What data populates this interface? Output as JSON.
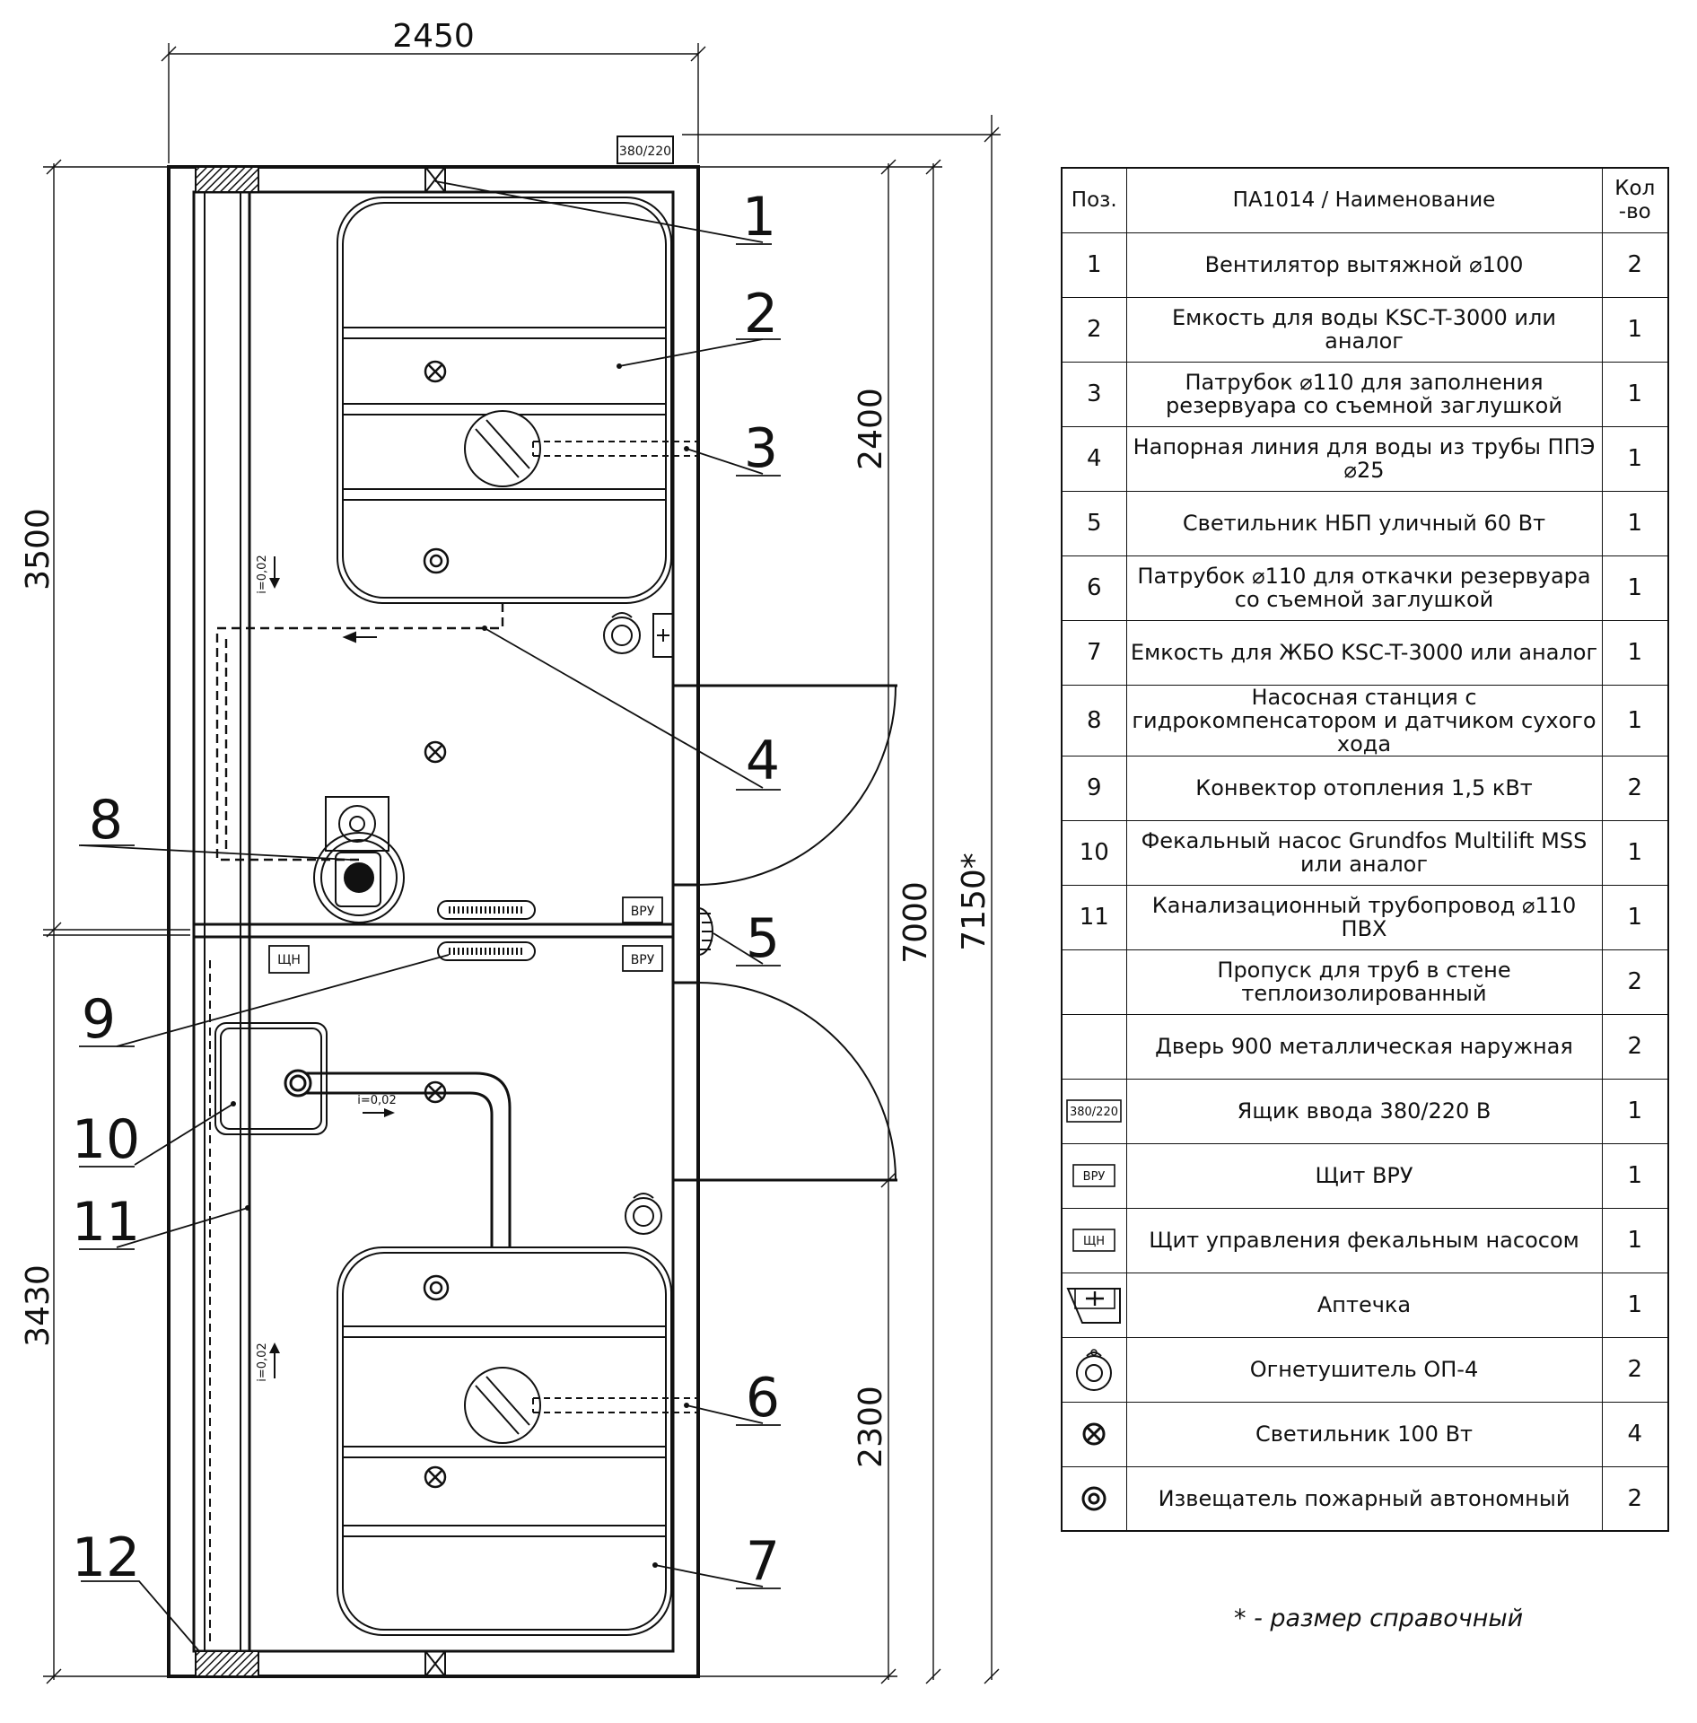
{
  "dimensions": {
    "top_width": "2450",
    "left_upper": "3500",
    "left_lower": "3430",
    "right_upper": "2400",
    "right_lower": "2300",
    "right_total": "7000",
    "right_overall": "7150*"
  },
  "plan_labels": {
    "entry_box": "380/220",
    "vru_upper": "ВРУ",
    "vru_lower": "ВРУ",
    "shn": "ЩН",
    "slope_upper": "i=0,02",
    "slope_mid": "i=0,02",
    "slope_lower": "i=0,02",
    "callouts": [
      "1",
      "2",
      "3",
      "4",
      "5",
      "6",
      "7",
      "8",
      "9",
      "10",
      "11",
      "12"
    ]
  },
  "legend": {
    "headers": {
      "pos": "Поз.",
      "name": "ПА1014 / Наименование",
      "qty": "Кол -во"
    },
    "rows": [
      {
        "pos": "1",
        "name": "Вентилятор вытяжной ⌀100",
        "qty": "2"
      },
      {
        "pos": "2",
        "name": "Емкость для воды KSC-T-3000 или аналог",
        "qty": "1"
      },
      {
        "pos": "3",
        "name": "Патрубок ⌀110 для заполнения резервуара со съемной заглушкой",
        "qty": "1"
      },
      {
        "pos": "4",
        "name": "Напорная линия для воды из трубы ППЭ ⌀25",
        "qty": "1"
      },
      {
        "pos": "5",
        "name": "Светильник НБП уличный 60 Вт",
        "qty": "1"
      },
      {
        "pos": "6",
        "name": "Патрубок ⌀110 для откачки резервуара со съемной заглушкой",
        "qty": "1"
      },
      {
        "pos": "7",
        "name": "Емкость для ЖБО KSC-T-3000 или аналог",
        "qty": "1"
      },
      {
        "pos": "8",
        "name": "Насосная станция с гидрокомпенсатором и датчиком сухого хода",
        "qty": "1"
      },
      {
        "pos": "9",
        "name": "Конвектор отопления 1,5 кВт",
        "qty": "2"
      },
      {
        "pos": "10",
        "name": "Фекальный насос Grundfos Multilift MSS или аналог",
        "qty": "1"
      },
      {
        "pos": "11",
        "name": "Канализационный трубопровод ⌀110 ПВХ",
        "qty": "1"
      },
      {
        "pos": "",
        "name": "Пропуск для труб в стене теплоизолированный",
        "qty": "2"
      },
      {
        "pos": "",
        "name": "Дверь 900 металлическая наружная",
        "qty": "2"
      },
      {
        "pos": "380/220",
        "symbol": "box-380-icon",
        "name": "Ящик ввода 380/220 В",
        "qty": "1"
      },
      {
        "pos": "ВРУ",
        "symbol": "box-vru-icon",
        "name": "Щит ВРУ",
        "qty": "1"
      },
      {
        "pos": "ЩН",
        "symbol": "box-shn-icon",
        "name": "Щит управления фекальным насосом",
        "qty": "1"
      },
      {
        "pos": "",
        "symbol": "first-aid-icon",
        "name": "Аптечка",
        "qty": "1"
      },
      {
        "pos": "",
        "symbol": "extinguisher-icon",
        "name": "Огнетушитель ОП-4",
        "qty": "2"
      },
      {
        "pos": "",
        "symbol": "lamp-icon",
        "name": "Светильник 100 Вт",
        "qty": "4"
      },
      {
        "pos": "",
        "symbol": "smoke-detector-icon",
        "name": "Извещатель пожарный автономный",
        "qty": "2"
      }
    ]
  },
  "note": "* - размер справочный"
}
